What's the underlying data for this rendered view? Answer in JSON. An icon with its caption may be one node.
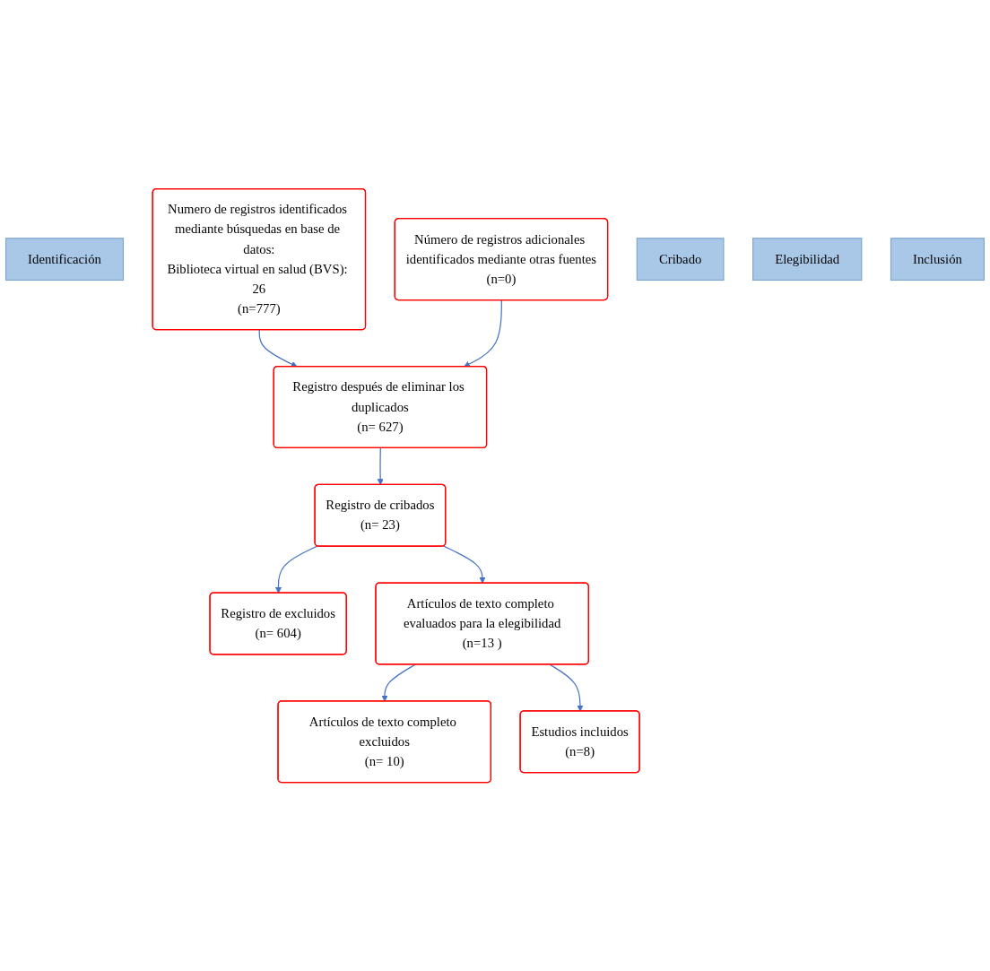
{
  "diagram": {
    "nodes": [
      {
        "text": [
          "Identificación"
        ]
      },
      {
        "text": [
          "Numero de registros identificados mediante búsquedas en base de datos:",
          "Biblioteca virtual en salud (BVS): 26",
          "(n=777)"
        ]
      },
      {
        "text": [
          "Número de registros adicionales identificados mediante otras fuentes",
          "(n=0)"
        ]
      },
      {
        "text": [
          "Cribado"
        ]
      },
      {
        "text": [
          "Registro después de eliminar los duplicados",
          "(n= 627)"
        ]
      },
      {
        "text": [
          "Elegibilidad"
        ]
      },
      {
        "text": [
          "Registro de cribados",
          "(n= 23)"
        ]
      },
      {
        "text": [
          "Registro de excluidos",
          "(n= 604)"
        ]
      },
      {
        "text": [
          "Artículos de texto completo evaluados para la elegibilidad",
          "(n=13 )"
        ]
      },
      {
        "text": [
          "Artículos de texto completo excluidos",
          "(n= 10)"
        ]
      },
      {
        "text": [
          "Inclusión"
        ]
      },
      {
        "text": [
          "Estudios incluidos",
          "(n=8)"
        ]
      }
    ],
    "edges": [
      {
        "from": 1,
        "to": 4,
        "arrow": "to"
      },
      {
        "from": 2,
        "to": 4,
        "arrow": "to"
      },
      {
        "from": 4,
        "to": 6,
        "arrow": "to"
      },
      {
        "from": 6,
        "to": 7,
        "arrow": "to"
      },
      {
        "from": 6,
        "to": 8,
        "arrow": "to"
      },
      {
        "from": 8,
        "to": 9,
        "arrow": "to"
      },
      {
        "from": 8,
        "to": 11,
        "arrow": "to"
      }
    ]
  }
}
